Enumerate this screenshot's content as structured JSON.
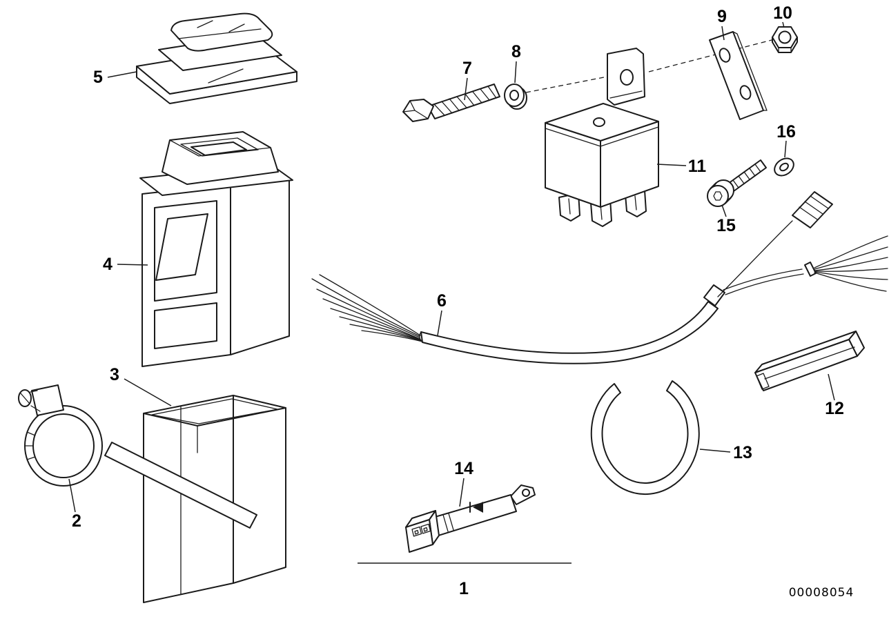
{
  "labels": {
    "l1": "1",
    "l2": "2",
    "l3": "3",
    "l4": "4",
    "l5": "5",
    "l6": "6",
    "l7": "7",
    "l8": "8",
    "l9": "9",
    "l10": "10",
    "l11": "11",
    "l12": "12",
    "l13": "13",
    "l14": "14",
    "l15": "15",
    "l16": "16"
  },
  "diagram_id": "00008054",
  "colors": {
    "line": "#1a1a1a",
    "background": "#ffffff"
  }
}
